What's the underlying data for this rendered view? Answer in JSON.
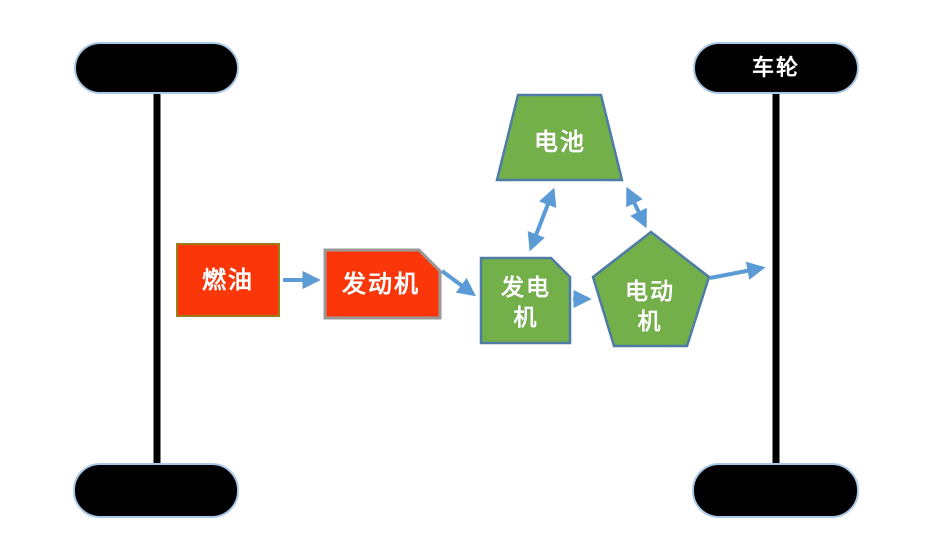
{
  "diagram": {
    "description": "Series hybrid powertrain diagram with four wheels, two axles, and energy-flow arrows"
  },
  "nodes": {
    "wheel_top_right": {
      "label": "车轮"
    },
    "fuel": {
      "label": "燃油"
    },
    "engine": {
      "label": "发动机"
    },
    "generator": {
      "line1": "发电",
      "line2": "机"
    },
    "battery": {
      "label": "电池"
    },
    "motor": {
      "line1": "电动",
      "line2": "机"
    }
  },
  "edges": [
    {
      "from": "燃油",
      "to": "发动机",
      "type": "single-arrow"
    },
    {
      "from": "发动机",
      "to": "发电机",
      "type": "single-arrow"
    },
    {
      "from": "发电机",
      "to": "电池",
      "type": "double-arrow"
    },
    {
      "from": "电池",
      "to": "电动机",
      "type": "double-arrow"
    },
    {
      "from": "发电机",
      "to": "电动机",
      "type": "single-arrow"
    },
    {
      "from": "电动机",
      "to": "右车轴",
      "type": "single-arrow"
    }
  ],
  "theme": {
    "red": "#FB3709",
    "green": "#74B04A",
    "arrow_blue": "#5B9BD5",
    "black": "#000000",
    "label_text": "#FFFFFF"
  }
}
